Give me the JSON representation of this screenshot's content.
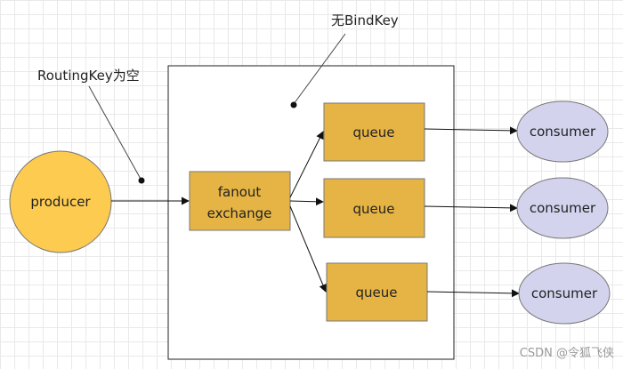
{
  "notes": {
    "routing_key": "RoutingKey为空",
    "bind_key": "无BindKey"
  },
  "nodes": {
    "producer": "producer",
    "exchange_line1": "fanout",
    "exchange_line2": "exchange",
    "queues": [
      "queue",
      "queue",
      "queue"
    ],
    "consumers": [
      "consumer",
      "consumer",
      "consumer"
    ]
  },
  "watermark": "CSDN @令狐飞侠",
  "colors": {
    "producer_fill": "#FDCB4F",
    "exchange_fill": "#E5B444",
    "queue_fill": "#E5B444",
    "consumer_fill": "#D3D3EE"
  }
}
